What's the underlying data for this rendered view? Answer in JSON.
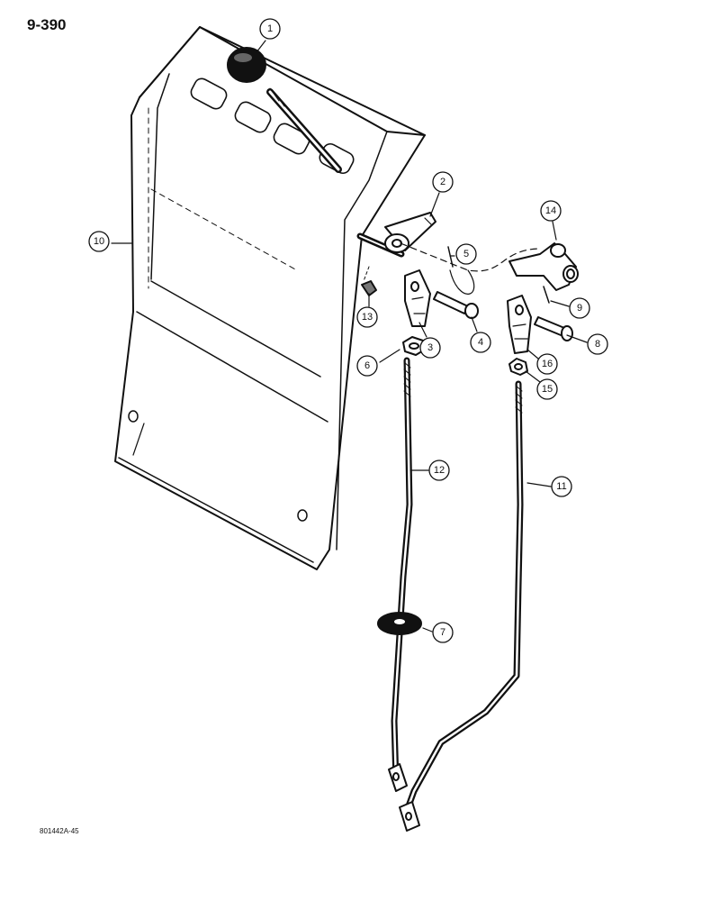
{
  "page_number": "9-390",
  "drawing_code": "801442A-45",
  "callouts": [
    "1",
    "2",
    "3",
    "4",
    "5",
    "6",
    "7",
    "8",
    "9",
    "10",
    "11",
    "12",
    "13",
    "14",
    "15",
    "16"
  ],
  "colors": {
    "ink": "#111111",
    "paper": "#ffffff"
  }
}
